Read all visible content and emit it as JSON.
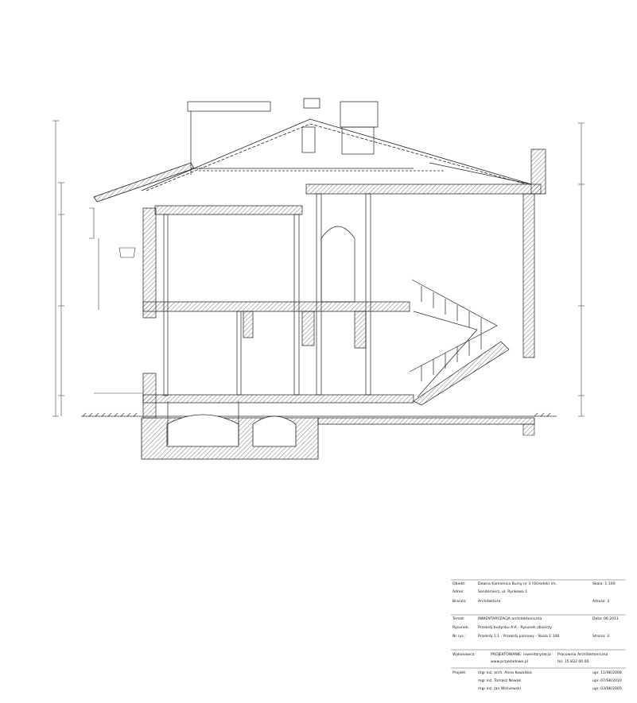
{
  "colors": {
    "ink": "#1a1a1a",
    "hatch": "#555555",
    "header_band": "#d0d0d0"
  },
  "title_block": {
    "group1": {
      "rows": [
        {
          "label": "Obiekt:",
          "value": "Dawna Kamienica Bursy nr 3 (Ośrodek) im.",
          "aux": "Skala: 1:100",
          "header": true
        },
        {
          "label": "Adres:",
          "value": "Sandomierz, ul. Rynkowa 1",
          "aux": "",
          "header": false
        },
        {
          "label": "Branża:",
          "value": "Architektura",
          "aux": "Arkusz: 3",
          "header": false
        }
      ]
    },
    "group2": {
      "rows": [
        {
          "label": "Temat:",
          "value": "INWENTARYZACJA architektoniczna",
          "aux": "Data: 06.2011",
          "header": true
        },
        {
          "label": "Rysunek:",
          "value": "Przekrój budynku A-A - Rysunek zbiorczy",
          "aux": "",
          "header": false
        },
        {
          "label": "Nr rys.:",
          "value": "Przekrój 1:1 - Przekrój pionowy - Skala 1:100",
          "aux": "Strona: 3",
          "header": false
        }
      ]
    },
    "group3": {
      "rows": [
        {
          "label": "Wykonawca:",
          "value": "PROJEKTOWANIE: inwentaryzacja",
          "aux": "Pracownia Architektoniczna",
          "header": true
        },
        {
          "label": "",
          "value": "www.przykładowe.pl",
          "aux": "tel. 15 832 00 00",
          "header": true
        }
      ]
    },
    "group4": {
      "rows": [
        {
          "label": "Projekt:",
          "value": "mgr inż. arch. Anna Kowalska",
          "aux": "upr. 11/SK/2008",
          "header": false
        },
        {
          "label": "",
          "value": "mgr inż. Tomasz Nowak",
          "aux": "upr. 07/SK/2010",
          "header": false
        },
        {
          "label": "",
          "value": "mgr inż. Jan Wiśniewski",
          "aux": "upr. 03/SK/2005",
          "header": false
        }
      ]
    }
  }
}
